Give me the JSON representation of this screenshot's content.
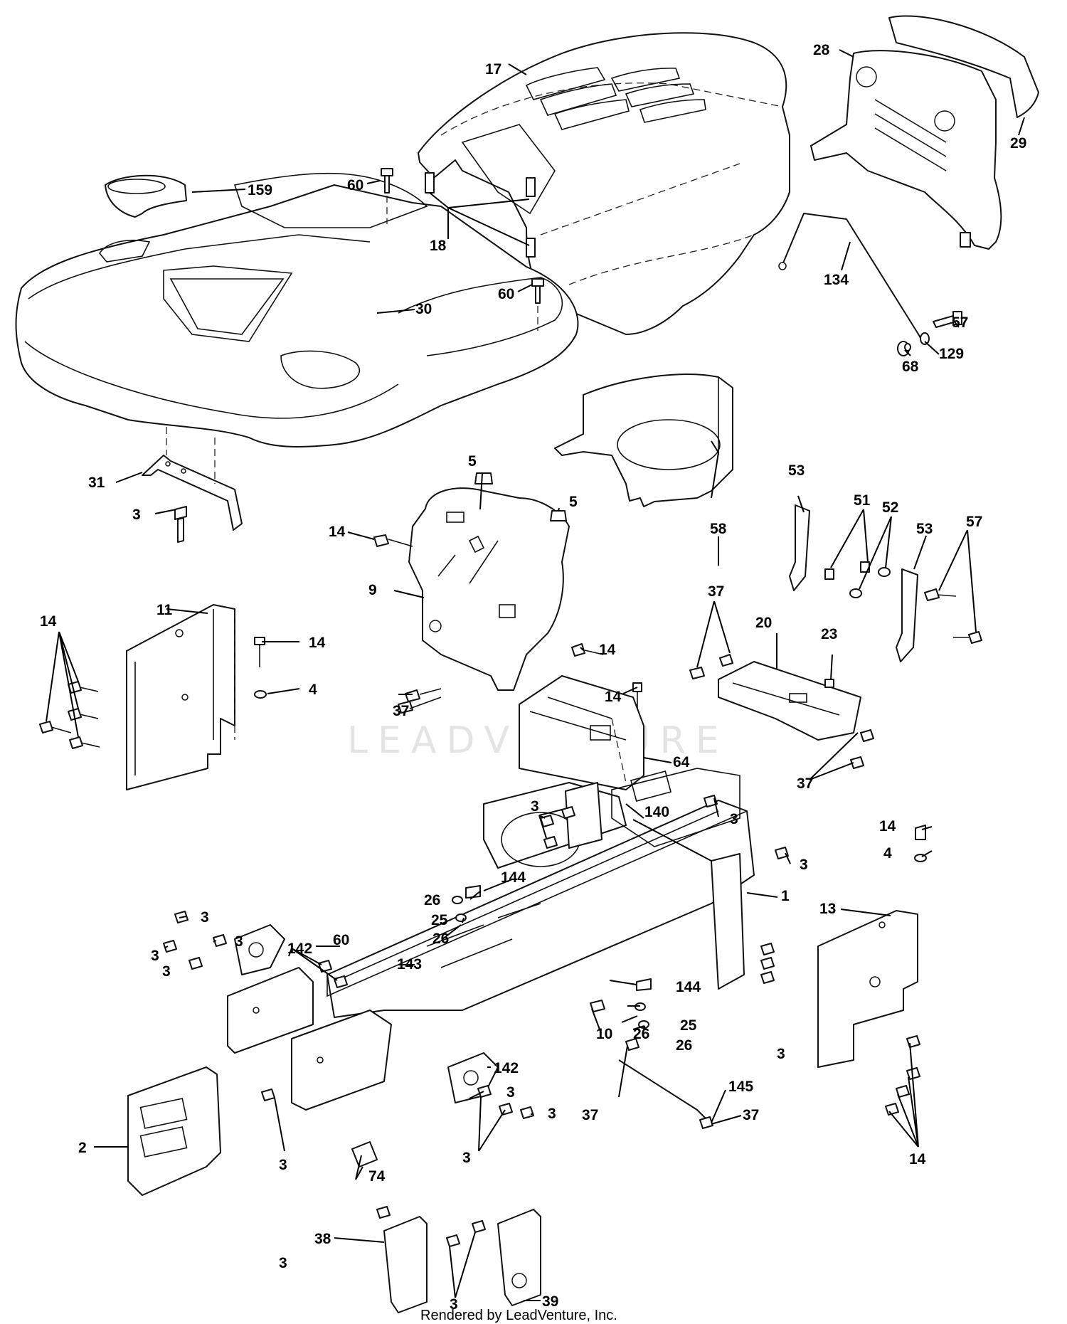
{
  "watermark": "LEADVENTURE",
  "footer": "Rendered by LeadVenture, Inc.",
  "callouts": {
    "c17": "17",
    "c28": "28",
    "c29": "29",
    "c159": "159",
    "c60a": "60",
    "c18": "18",
    "c60b": "60",
    "c30": "30",
    "c134": "134",
    "c57a": "57",
    "c68": "68",
    "c129": "129",
    "c5a": "5",
    "c5b": "5",
    "c58": "58",
    "c31": "31",
    "c3a": "3",
    "c14a": "14",
    "c9": "9",
    "c53a": "53",
    "c51": "51",
    "c52": "52",
    "c53b": "53",
    "c57b": "57",
    "c11": "11",
    "c14b": "14",
    "c14c": "14",
    "c4a": "4",
    "c14d": "14",
    "c37a": "37",
    "c14e": "14",
    "c37b": "37",
    "c20": "20",
    "c23": "23",
    "c64": "64",
    "c37c": "37",
    "c3b": "3",
    "c140": "140",
    "c3c": "3",
    "c3d": "3",
    "c14f": "14",
    "c4b": "4",
    "c144a": "144",
    "c1": "1",
    "c13": "13",
    "c26a": "26",
    "c25a": "25",
    "c26b": "26",
    "c3e": "3",
    "c3f": "3",
    "c60c": "60",
    "c3g": "3",
    "c142a": "142",
    "c3h": "3",
    "c143": "143",
    "c3i": "3",
    "c144b": "144",
    "c10": "10",
    "c25b": "25",
    "c26c": "26",
    "c26d": "26",
    "c142b": "142",
    "c3j": "3",
    "c3k": "3",
    "c37d": "37",
    "c145": "145",
    "c37e": "37",
    "c2": "2",
    "c3l": "3",
    "c3m": "3",
    "c74": "74",
    "c14g": "14",
    "c3n": "3",
    "c38": "38",
    "c3o": "3",
    "c39": "39"
  }
}
